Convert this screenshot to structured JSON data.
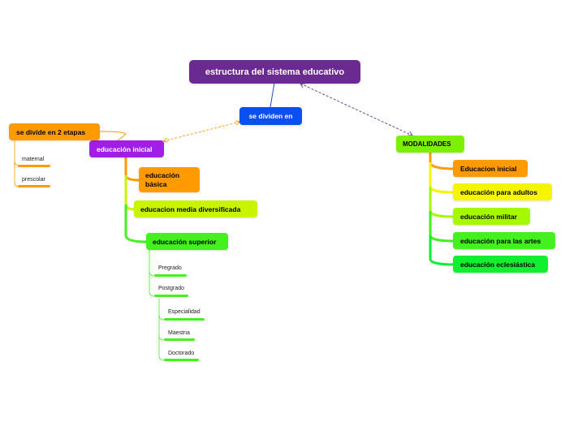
{
  "nodes": {
    "root": {
      "label": "estructura del sistema educativo",
      "color": "#6a2a8f",
      "text_color": "#ffffff"
    },
    "se_dividen_en": {
      "label": "se dividen en",
      "color": "#0a4ff0",
      "text_color": "#ffffff"
    },
    "educacion_inicial": {
      "label": "educación inicial",
      "color": "#a01ee6",
      "text_color": "#ffffff"
    },
    "se_divide_2_etapas": {
      "label": "se divide en 2 etapas",
      "color": "#ff9a00",
      "text_color": "#000000"
    },
    "educacion_basica": {
      "label": "educación\nbásica",
      "color": "#ff9a00",
      "text_color": "#000000"
    },
    "educacion_media": {
      "label": "educacion media diversificada",
      "color": "#c8f400",
      "text_color": "#000000"
    },
    "educacion_superior": {
      "label": "educación superior",
      "color": "#44f01e",
      "text_color": "#000000"
    },
    "modalidades": {
      "label": "MODALIDADES",
      "color": "#7cf000",
      "text_color": "#000000"
    },
    "mod_inicial": {
      "label": "Educacion inicial",
      "color": "#ff9a00",
      "text_color": "#000000"
    },
    "mod_adultos": {
      "label": "educación para adultos",
      "color": "#f5f500",
      "text_color": "#000000"
    },
    "mod_militar": {
      "label": "educación militar",
      "color": "#a6f800",
      "text_color": "#000000"
    },
    "mod_artes": {
      "label": "educación para las artes",
      "color": "#44f01e",
      "text_color": "#000000"
    },
    "mod_eclesiastica": {
      "label": "educación eclesiástica",
      "color": "#10f030",
      "text_color": "#000000"
    }
  },
  "leaves": {
    "maternal": {
      "label": "maternal",
      "color": "#ff9a00"
    },
    "prescolar": {
      "label": "prescolar",
      "color": "#ff9a00"
    },
    "pregrado": {
      "label": "Pregrado",
      "color": "#44f01e"
    },
    "postgrado": {
      "label": "Postgrado",
      "color": "#44f01e"
    },
    "especialidad": {
      "label": "Especialidad",
      "color": "#44f01e"
    },
    "maestria": {
      "label": "Maestria",
      "color": "#44f01e"
    },
    "doctorado": {
      "label": "Doctorado",
      "color": "#44f01e"
    }
  },
  "colors": {
    "link_blue": "#1a4fd0",
    "link_orange_dashed": "#ffa020",
    "link_purple_dashed": "#6a4a9a",
    "branch_green": "#44f01e",
    "branch_orange": "#ff9a00",
    "branch_yellowgreen": "#c8f400"
  }
}
